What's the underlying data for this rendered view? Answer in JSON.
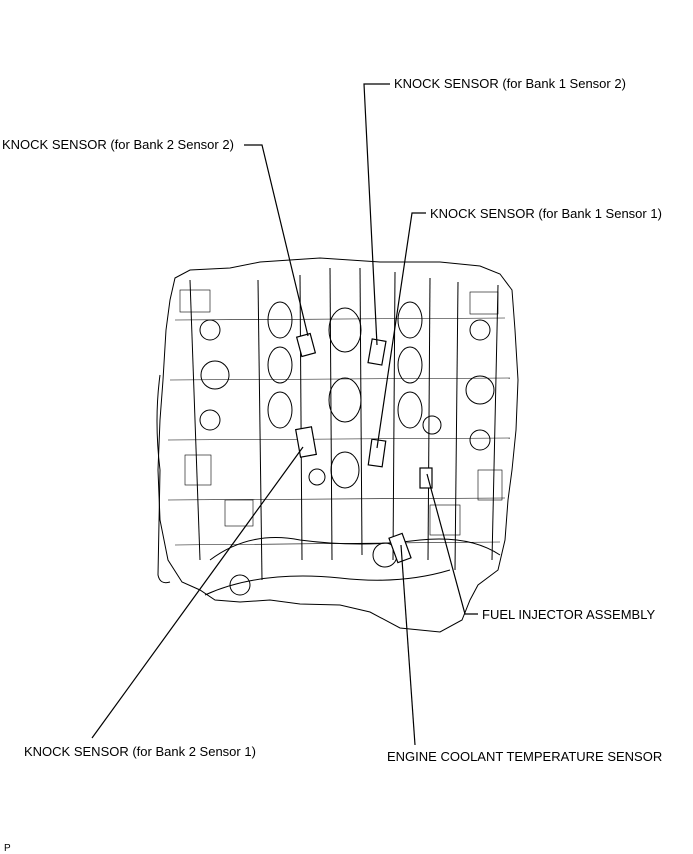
{
  "labels": {
    "knock_b1s2": "KNOCK SENSOR (for Bank 1 Sensor 2)",
    "knock_b2s2": "KNOCK SENSOR (for Bank 2 Sensor 2)",
    "knock_b1s1": "KNOCK SENSOR (for Bank 1 Sensor 1)",
    "fuel_injector": "FUEL INJECTOR ASSEMBLY",
    "knock_b2s1": "KNOCK SENSOR (for Bank 2 Sensor 1)",
    "coolant_temp": "ENGINE COOLANT TEMPERATURE SENSOR"
  },
  "figure_code": "P"
}
